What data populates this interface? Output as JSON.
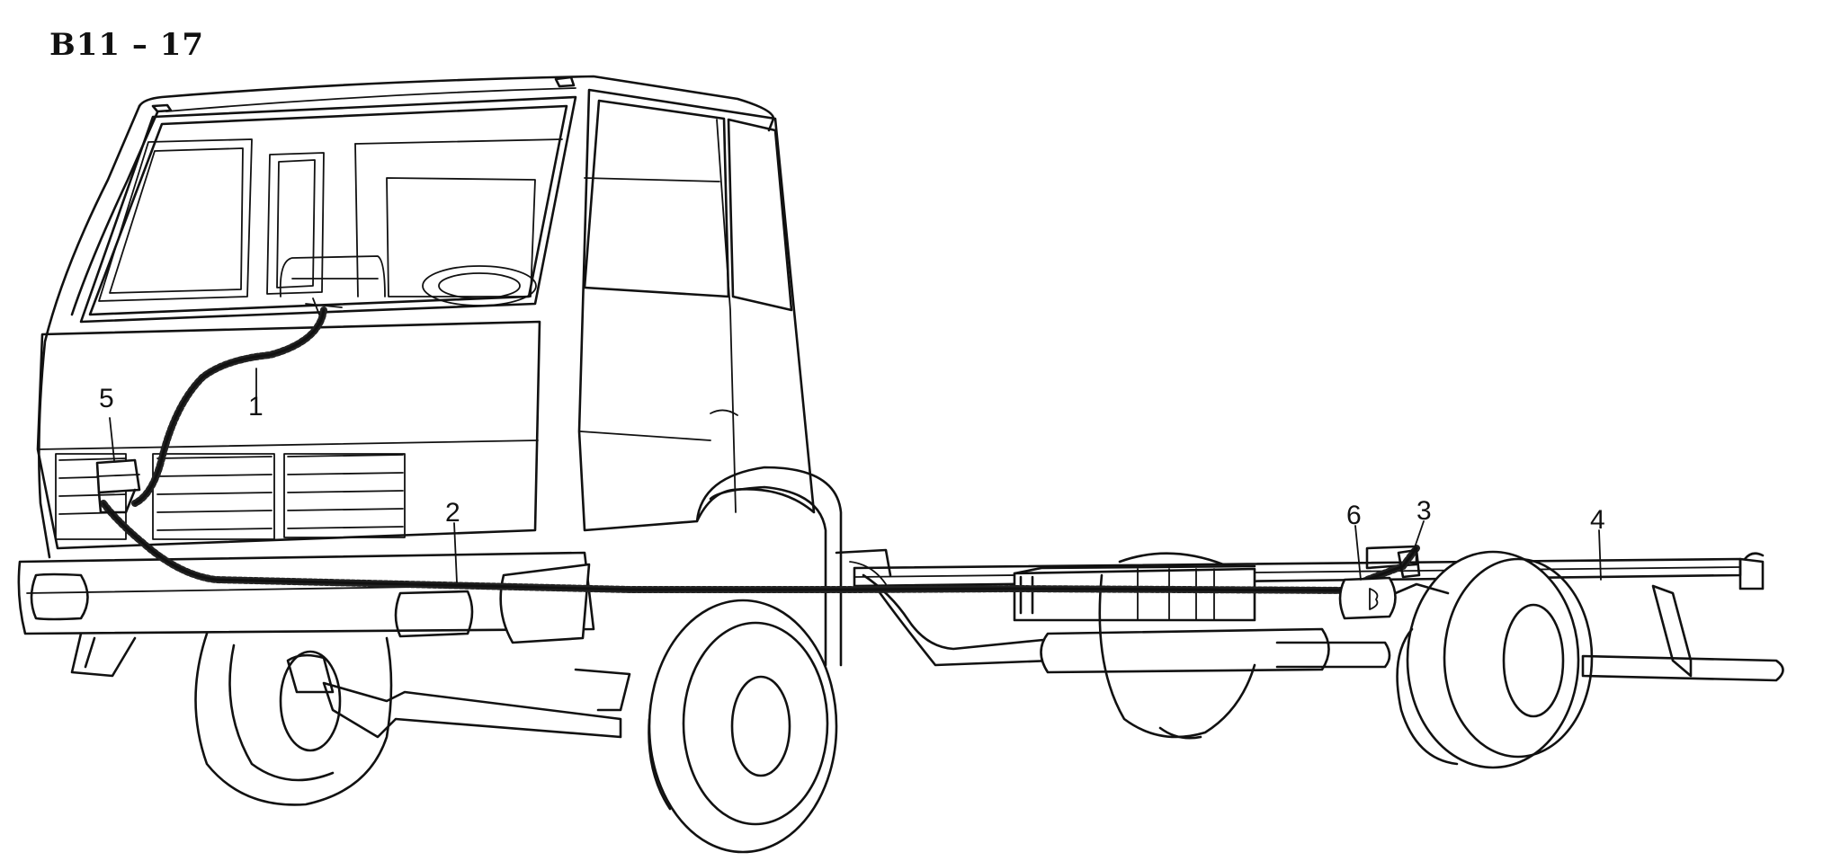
{
  "diagram": {
    "title": "B11 – 17",
    "callouts": [
      {
        "id": "1",
        "label": "1"
      },
      {
        "id": "2",
        "label": "2"
      },
      {
        "id": "3",
        "label": "3"
      },
      {
        "id": "4",
        "label": "4"
      },
      {
        "id": "5",
        "label": "5"
      },
      {
        "id": "6",
        "label": "6"
      }
    ]
  }
}
